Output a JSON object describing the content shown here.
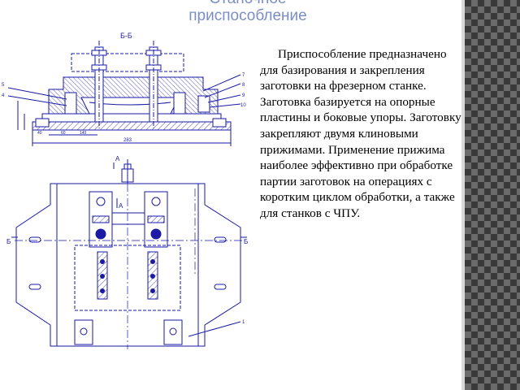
{
  "slide": {
    "title": "Станочное приспособление",
    "description": "Приспособление предназначено для базирования и закрепления заготовки на фрезерном станке. Заготовка базируется на опорные пластины и боковые упоры. Заготовку закрепляют двумя клиновыми прижимами. Применение прижима наиболее эффективно при обработке партии заготовок на операциях с коротким циклом обработки, а также для станков с ЧПУ."
  },
  "drawing": {
    "section_label": "Б-Б",
    "callouts_left": [
      "5",
      "4"
    ],
    "callouts_right": [
      "7",
      "8",
      "9",
      "10"
    ],
    "callout_bottom": "1",
    "view_mark_a": "А",
    "view_mark_b": "Б",
    "dims": {
      "width_overall": "283",
      "d1": "40",
      "d2": "60",
      "d3": "140"
    }
  },
  "colors": {
    "line": "#1a1aa6",
    "title": "#7b8ec4",
    "pattern_dark": "#3a3a3a",
    "pattern_light": "#6b6b6b"
  }
}
